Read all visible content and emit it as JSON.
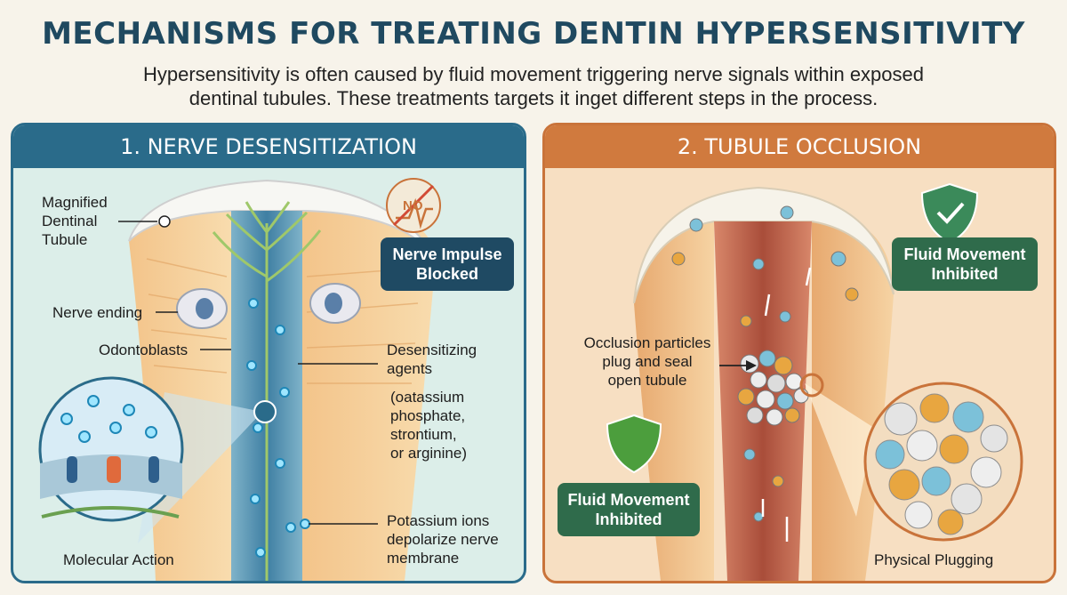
{
  "title": "MECHANISMS FOR TREATING DENTIN HYPERSENSITIVITY",
  "subtitle_line1": "Hypersensitivity is often caused by fluid movement triggering nerve signals within exposed",
  "subtitle_line2": "dentinal tubules. These treatments targets it inget different steps in the process.",
  "left": {
    "heading": "1. NERVE DESENSITIZATION",
    "label_tubule": [
      "Magnified",
      "Dentinal",
      "Tubule"
    ],
    "label_nerve_ending": "Nerve ending",
    "label_odontoblasts": "Odontoblasts",
    "label_agents": [
      "Desensitizing",
      "agents"
    ],
    "label_agents_examples": [
      "(oatassium",
      "phosphate,",
      "strontium,",
      "or arginine)"
    ],
    "label_potassium": [
      "Potassium ions",
      "depolarize nerve",
      "membrane"
    ],
    "label_molecular": "Molecular Action",
    "no_sign_text": "NO",
    "badge": [
      "Nerve Impulse",
      "Blocked"
    ]
  },
  "right": {
    "heading": "2. TUBULE OCCLUSION",
    "label_occlusion": [
      "Occlusion particles",
      "plug and seal",
      "open tubule"
    ],
    "label_plugging": "Physical Plugging",
    "badge_top": [
      "Fluid Movement",
      "Inhibited"
    ],
    "badge_bottom": [
      "Fluid Movement",
      "Inhibited"
    ]
  },
  "colors": {
    "navy": "#1f4960",
    "left_accent": "#2a6b8a",
    "right_accent": "#d07a3e",
    "green": "#2f6b4b"
  }
}
